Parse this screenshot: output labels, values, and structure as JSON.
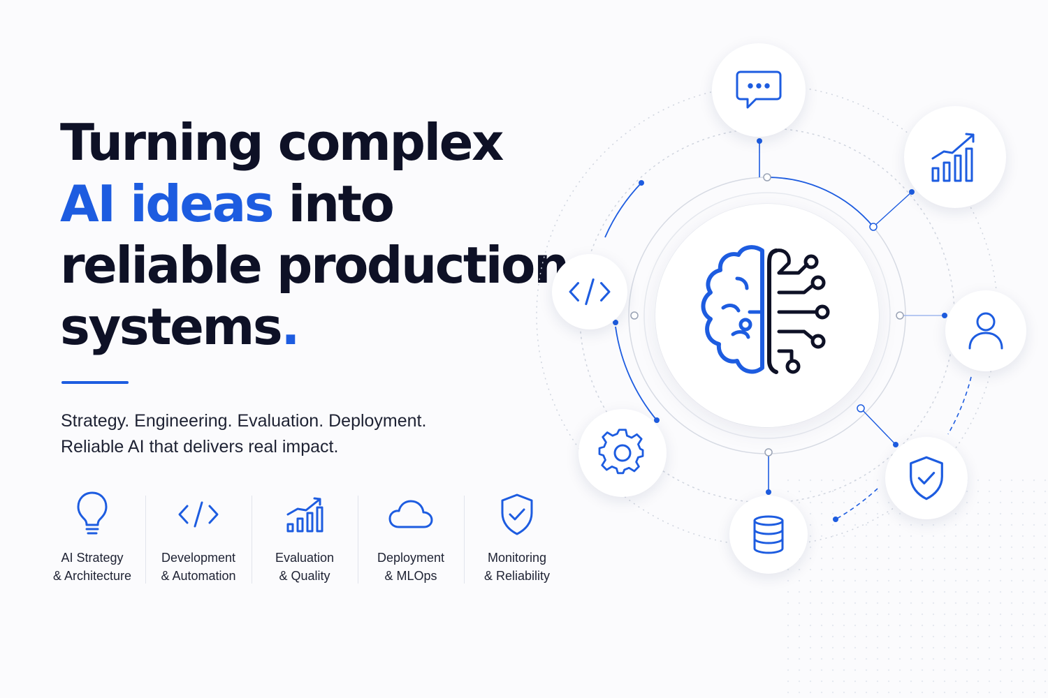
{
  "hero": {
    "headline": {
      "line1": "Turning complex",
      "line2_accent": "AI ideas",
      "line2_rest": " into",
      "line3": "reliable production",
      "line4": "systems",
      "period": "."
    },
    "tagline": {
      "line1": "Strategy. Engineering. Evaluation. Deployment.",
      "line2": "Reliable AI that delivers real impact."
    }
  },
  "services": [
    {
      "line1": "AI Strategy",
      "line2": "& Architecture",
      "icon": "lightbulb-icon"
    },
    {
      "line1": "Development",
      "line2": "& Automation",
      "icon": "code-icon"
    },
    {
      "line1": "Evaluation",
      "line2": "& Quality",
      "icon": "bar-chart-icon"
    },
    {
      "line1": "Deployment",
      "line2": "& MLOps",
      "icon": "cloud-icon"
    },
    {
      "line1": "Monitoring",
      "line2": "& Reliability",
      "icon": "shield-check-icon"
    }
  ],
  "diagram": {
    "center_icon": "brain-circuit-icon",
    "nodes": [
      "chat-icon",
      "growth-chart-icon",
      "user-icon",
      "shield-check-icon",
      "database-icon",
      "gear-icon",
      "code-icon"
    ]
  },
  "colors": {
    "accent": "#1d5ce0",
    "ink": "#0e1126",
    "background": "#fbfbfd"
  }
}
